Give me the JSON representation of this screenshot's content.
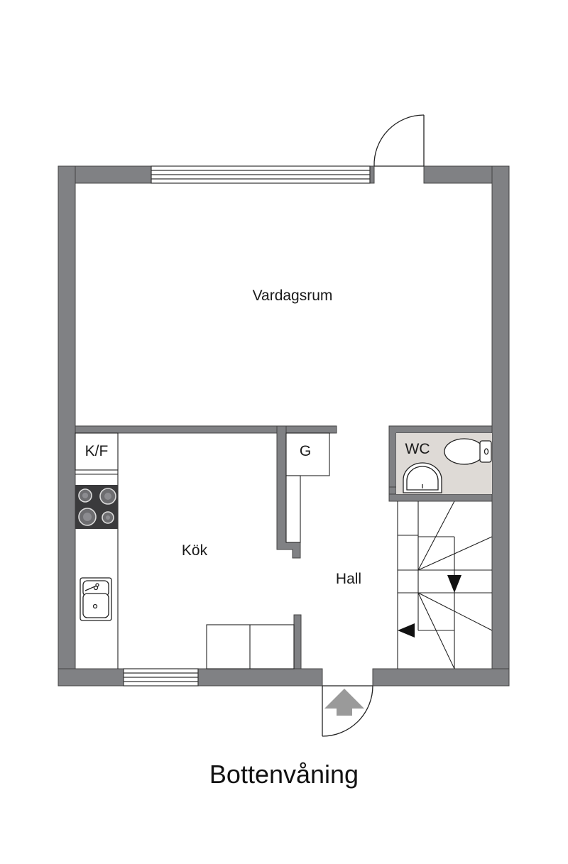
{
  "plan": {
    "title": "Bottenvåning",
    "rooms": {
      "living": "Vardagsrum",
      "kitchen": "Kök",
      "hall": "Hall",
      "wc": "WC"
    },
    "fixtures": {
      "fridge_freezer": "K/F",
      "wardrobe": "G"
    }
  },
  "colors": {
    "wall": "#808184",
    "wc_floor": "#dedad6",
    "stove": "#3a3a3c",
    "line": "#1a1a1a",
    "entrance_arrow": "#9a9a9a"
  }
}
